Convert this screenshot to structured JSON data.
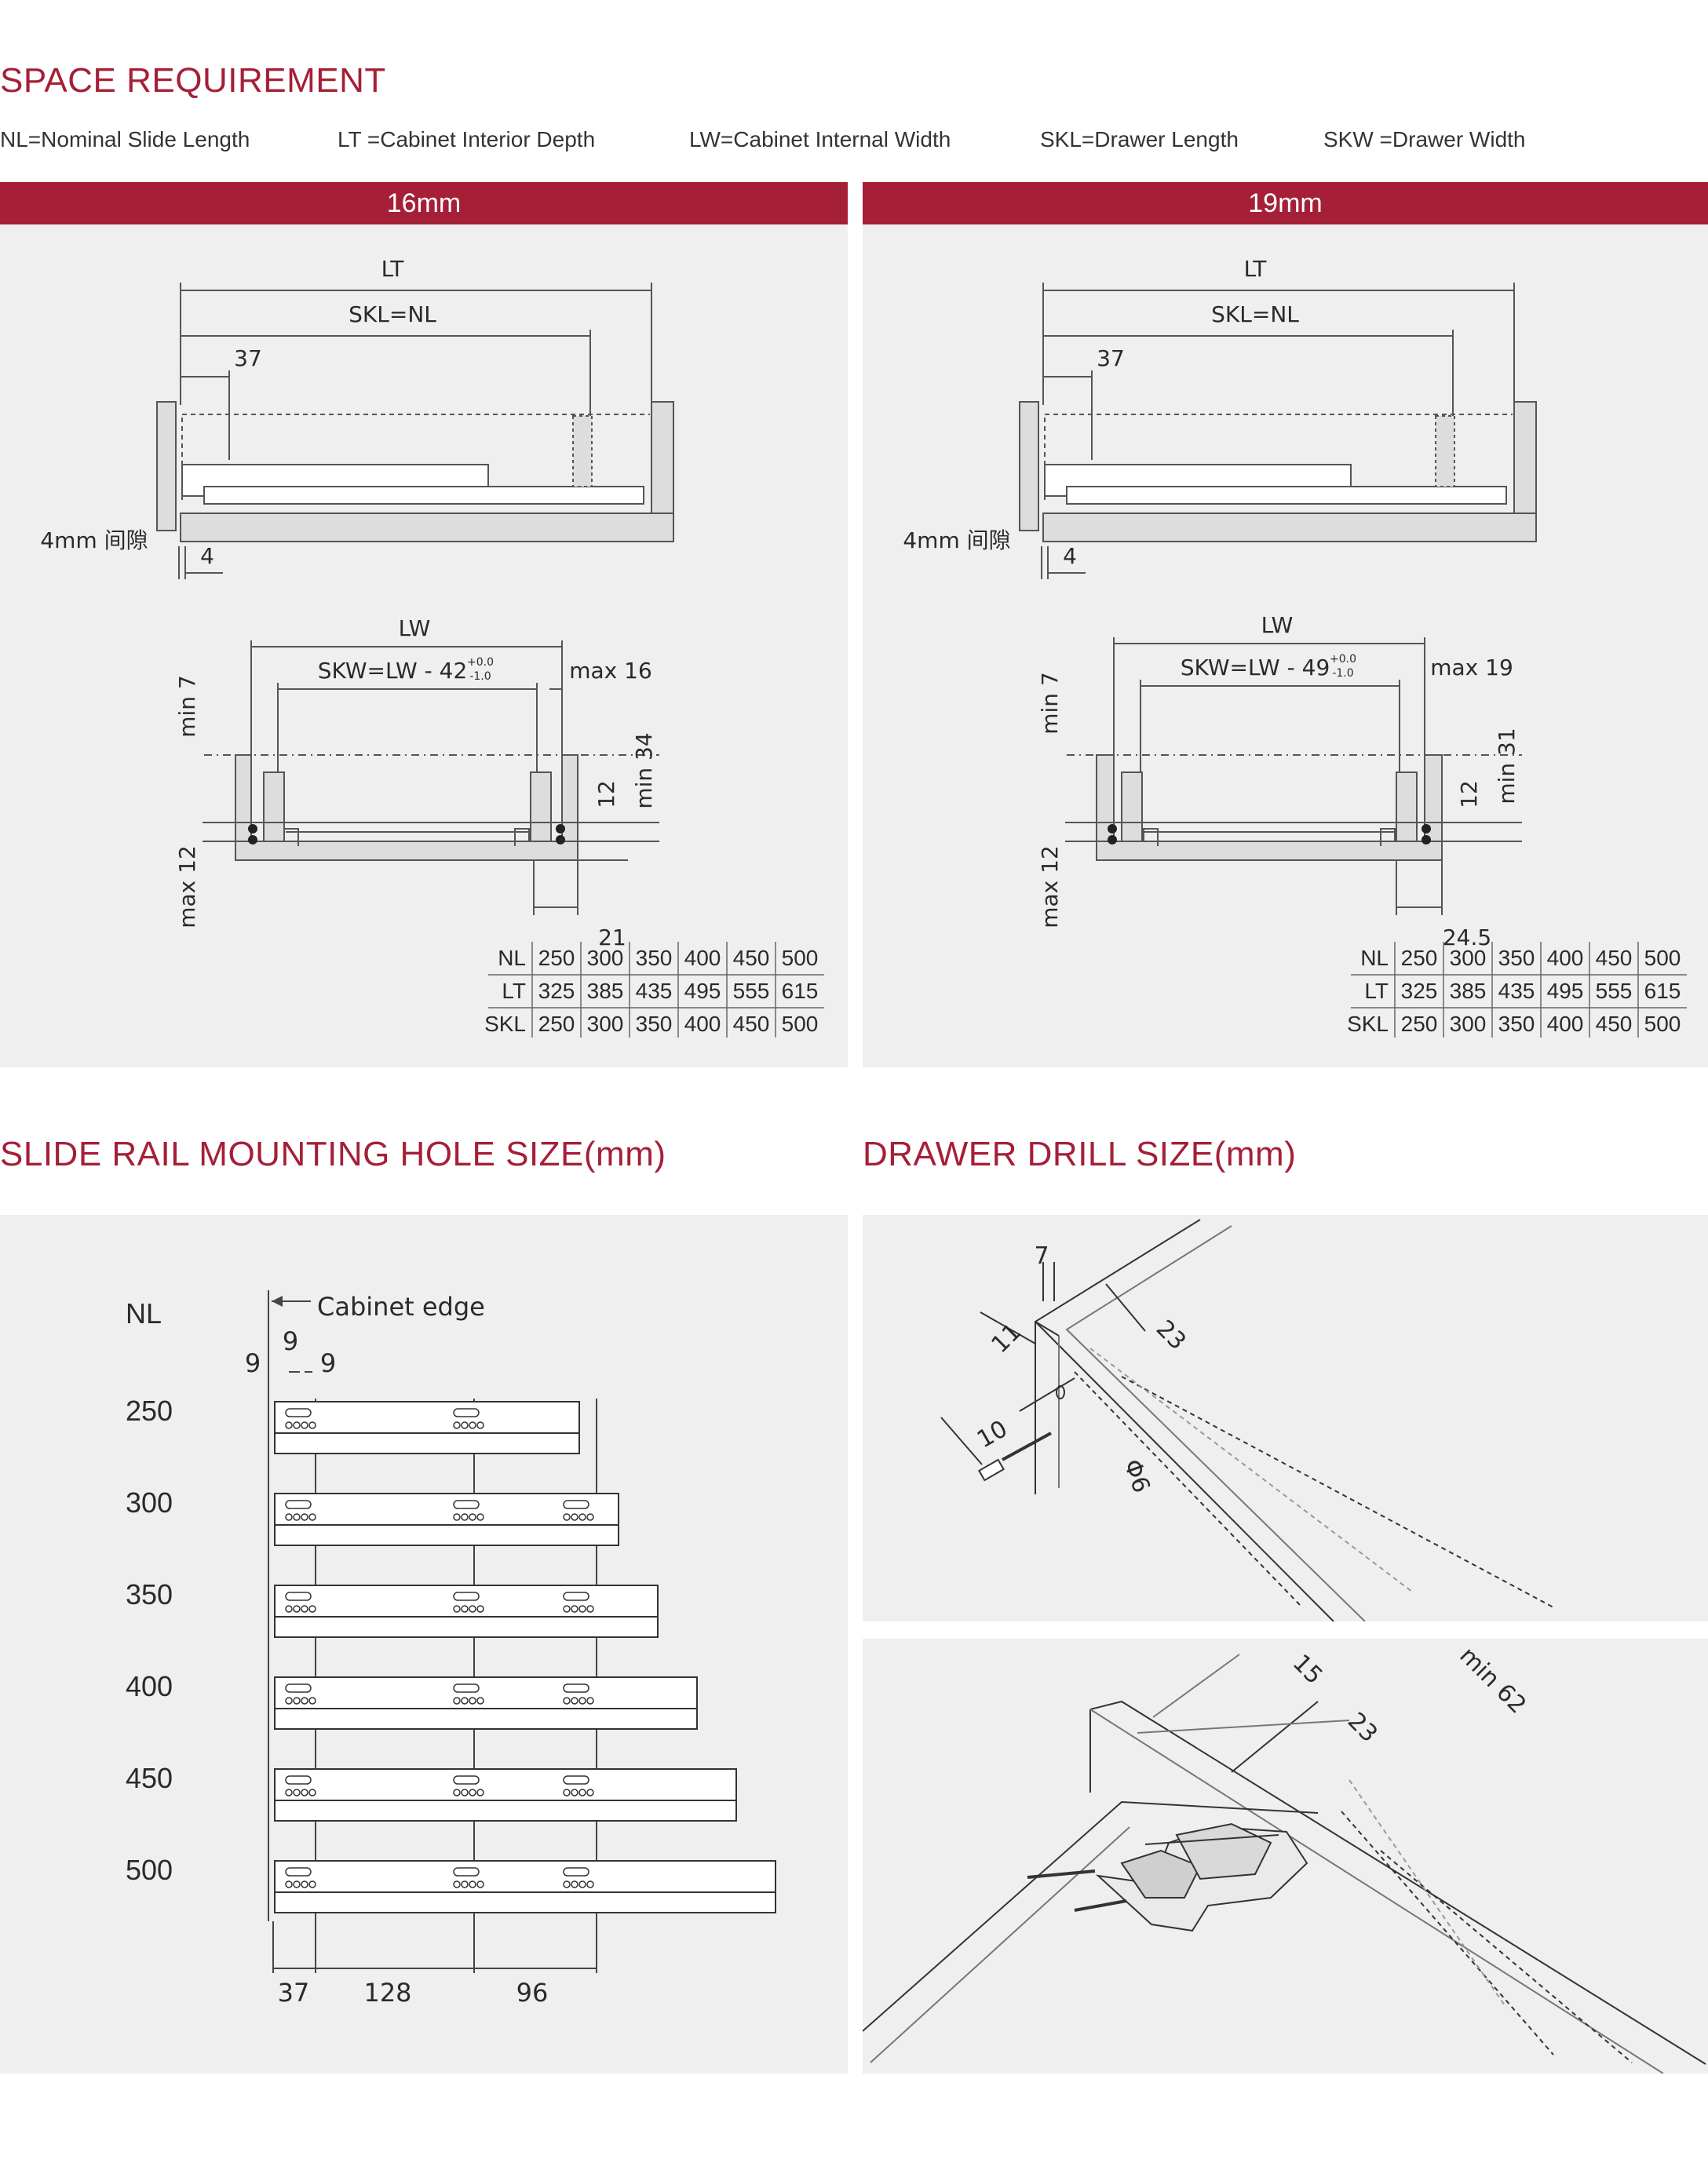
{
  "space": {
    "title": "SPACE REQUIREMENT",
    "legend": [
      "NL=Nominal Slide Length",
      "LT =Cabinet Interior Depth",
      "LW=Cabinet Internal Width",
      "SKL=Drawer Length",
      "SKW =Drawer Width"
    ],
    "panels": [
      {
        "header": "16mm",
        "lt": "LT",
        "skl": "SKL=NL",
        "d37": "37",
        "gap_label": "4mm 间隙",
        "d4": "4",
        "lw": "LW",
        "skw": "SKW=LW - 42",
        "tol_plus": "+0.0",
        "tol_minus": "-1.0",
        "max_side": "max 16",
        "min7": "min 7",
        "d12": "12",
        "min_top": "min 34",
        "max12": "max 12",
        "side_offset": "21",
        "table": {
          "rows": [
            {
              "label": "NL",
              "values": [
                "250",
                "300",
                "350",
                "400",
                "450",
                "500"
              ]
            },
            {
              "label": "LT",
              "values": [
                "325",
                "385",
                "435",
                "495",
                "555",
                "615"
              ]
            },
            {
              "label": "SKL",
              "values": [
                "250",
                "300",
                "350",
                "400",
                "450",
                "500"
              ]
            }
          ]
        }
      },
      {
        "header": "19mm",
        "lt": "LT",
        "skl": "SKL=NL",
        "d37": "37",
        "gap_label": "4mm 间隙",
        "d4": "4",
        "lw": "LW",
        "skw": "SKW=LW - 49",
        "tol_plus": "+0.0",
        "tol_minus": "-1.0",
        "max_side": "max 19",
        "min7": "min 7",
        "d12": "12",
        "min_top": "min 31",
        "max12": "max 12",
        "side_offset": "24.5",
        "table": {
          "rows": [
            {
              "label": "NL",
              "values": [
                "250",
                "300",
                "350",
                "400",
                "450",
                "500"
              ]
            },
            {
              "label": "LT",
              "values": [
                "325",
                "385",
                "435",
                "495",
                "555",
                "615"
              ]
            },
            {
              "label": "SKL",
              "values": [
                "250",
                "300",
                "350",
                "400",
                "450",
                "500"
              ]
            }
          ]
        }
      }
    ]
  },
  "mounting": {
    "title": "SLIDE RAIL MOUNTING HOLE SIZE(mm)",
    "nl_label": "NL",
    "cabinet_edge": "Cabinet edge",
    "d9a": "9",
    "d9b": "9",
    "d9c": "9",
    "lengths": [
      "250",
      "300",
      "350",
      "400",
      "450",
      "500"
    ],
    "bottom_dims": [
      "37",
      "128",
      "96"
    ]
  },
  "drill": {
    "title": "DRAWER DRILL SIZE(mm)",
    "top": {
      "d7": "7",
      "d11": "11",
      "d23": "23",
      "d10": "10",
      "dia": "Φ6"
    },
    "bottom": {
      "d15": "15",
      "d23": "23",
      "min62": "min 62"
    }
  },
  "colors": {
    "accent": "#a51f37",
    "panel": "#efefef"
  }
}
